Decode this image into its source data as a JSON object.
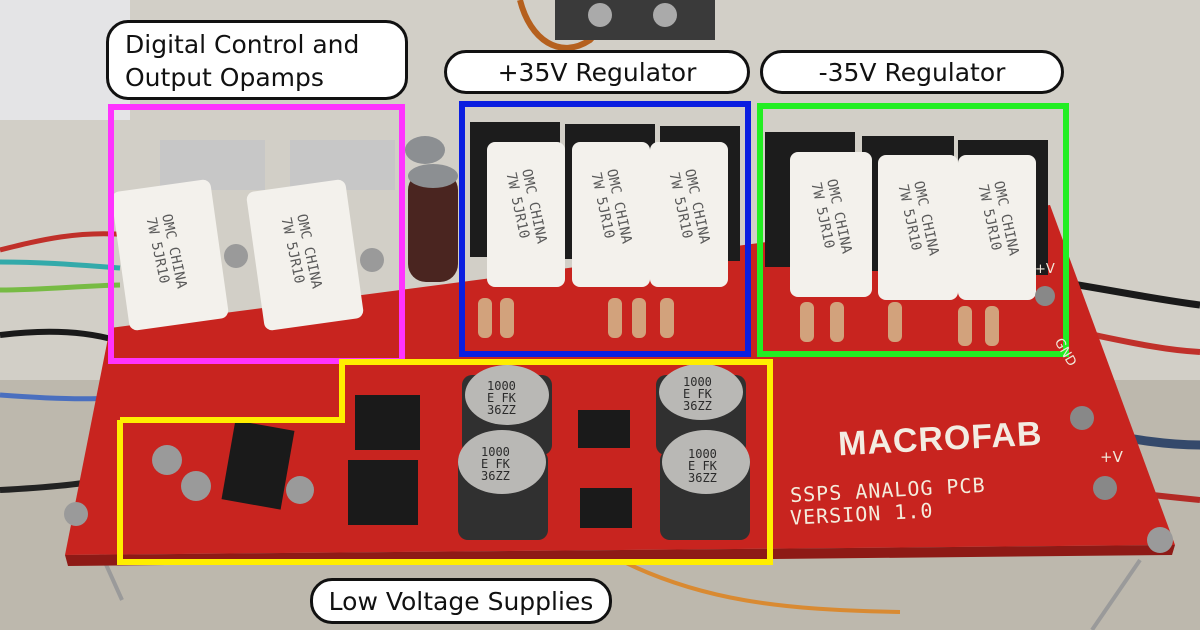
{
  "callouts": {
    "digital": "Digital Control and\nOutput Opamps",
    "pos35": "+35V Regulator",
    "neg35": "-35V Regulator",
    "lowv": "Low Voltage Supplies"
  },
  "region_colors": {
    "digital": "#ff33ff",
    "pos35": "#0a1ee0",
    "neg35": "#22ee22",
    "lowv": "#ffee00"
  },
  "board": {
    "brand": "MACROFAB",
    "title_line1": "SSPS ANALOG PCB",
    "title_line2": "VERSION 1.0",
    "pad_plus_v_top": "+V",
    "pad_plus_v": "+V",
    "pad_gnd": "GND",
    "board_color": "#c8241f",
    "resistor_marking": "OMC CHINA\n7W 5JR10",
    "cap_marking": "1000\nE FK\n36ZZ"
  }
}
